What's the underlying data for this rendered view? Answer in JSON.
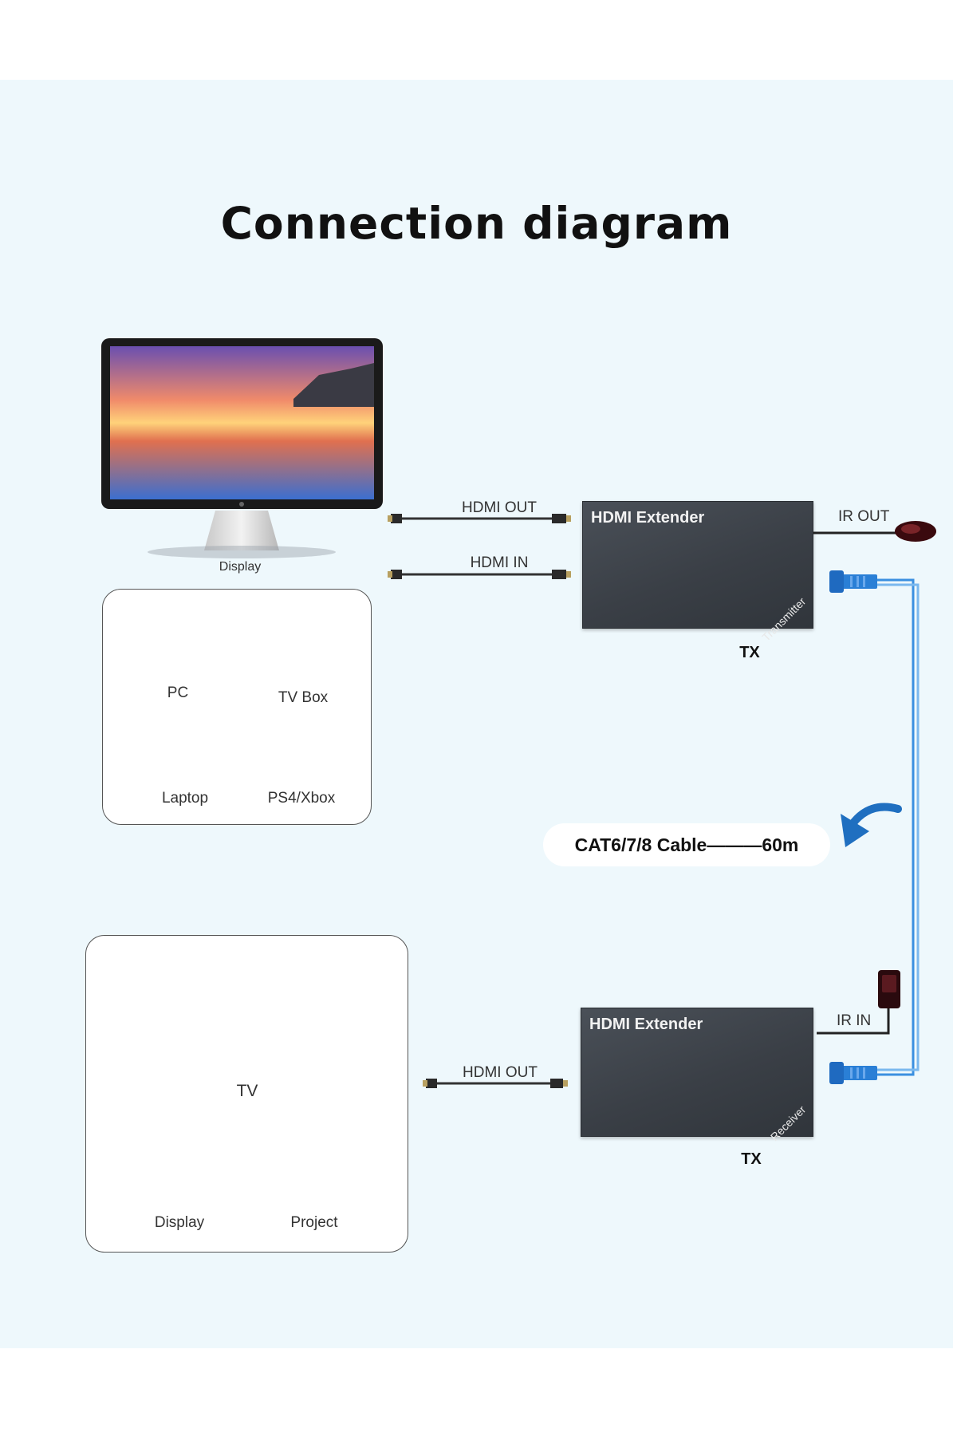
{
  "title": "Connection diagram",
  "source": {
    "display_label": "Display",
    "devices": [
      {
        "label": "PC",
        "icon": "pc-icon"
      },
      {
        "label": "TV Box",
        "icon": "tv-box-icon",
        "device_text": "TV box"
      },
      {
        "label": "Laptop",
        "icon": "laptop-icon"
      },
      {
        "label": "PS4/Xbox",
        "icon": "game-console-icon"
      }
    ]
  },
  "transmitter": {
    "name": "HDMI Extender",
    "role": "Transmitter",
    "tag": "TX",
    "hdmi_out": "HDMI OUT",
    "hdmi_in": "HDMI IN",
    "ir": "IR OUT"
  },
  "cable": {
    "label": "CAT6/7/8 Cable———60m",
    "color": "#3a8fe0"
  },
  "receiver": {
    "name": "HDMI Extender",
    "role": "Receiver",
    "tag": "TX",
    "hdmi_out": "HDMI OUT",
    "ir": "IR IN"
  },
  "outputs": [
    {
      "label": "TV",
      "icon": "tv-icon"
    },
    {
      "label": "Display",
      "icon": "monitor-icon"
    },
    {
      "label": "Project",
      "icon": "projector-icon"
    }
  ],
  "colors": {
    "background": "#eef8fc",
    "device": "#3c4148",
    "rj45": "#2a7fd6",
    "arrow": "#1f6fc0"
  }
}
